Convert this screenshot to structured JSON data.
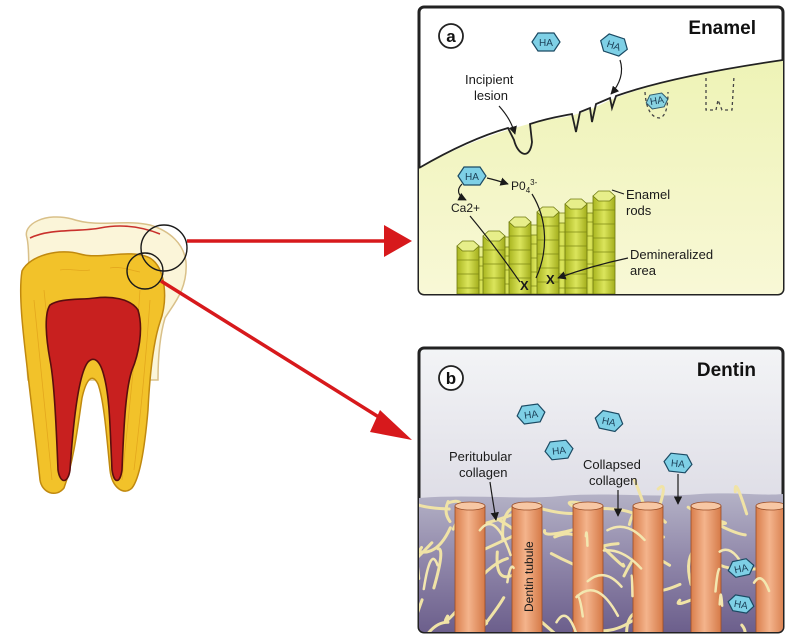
{
  "panel_a": {
    "letter": "a",
    "title": "Enamel",
    "incipient_line1": "Incipient",
    "incipient_line2": "lesion",
    "ca": "Ca2+",
    "po4": "P0",
    "po4_sup": "4",
    "po4_charge": "3-",
    "rods_line1": "Enamel",
    "rods_line2": "rods",
    "demin_line1": "Demineralized",
    "demin_line2": "area",
    "x_mark": "X",
    "ha": "HA"
  },
  "panel_b": {
    "letter": "b",
    "title": "Dentin",
    "peri_line1": "Peritubular",
    "peri_line2": "collagen",
    "collapsed_line1": "Collapsed",
    "collapsed_line2": "collagen",
    "tubule": "Dentin tubule",
    "ha": "HA"
  },
  "colors": {
    "arrow_red": "#d7191c",
    "pulp_red": "#c8201f",
    "dentin_yellow": "#f2c22a",
    "enamel_cream": "#fbf5d7",
    "rod_green": "#c9d63a",
    "ha_blue": "#7ed0e6",
    "tubule_orange": "#e99a6a",
    "matrix_purple": "#8d84a8"
  }
}
